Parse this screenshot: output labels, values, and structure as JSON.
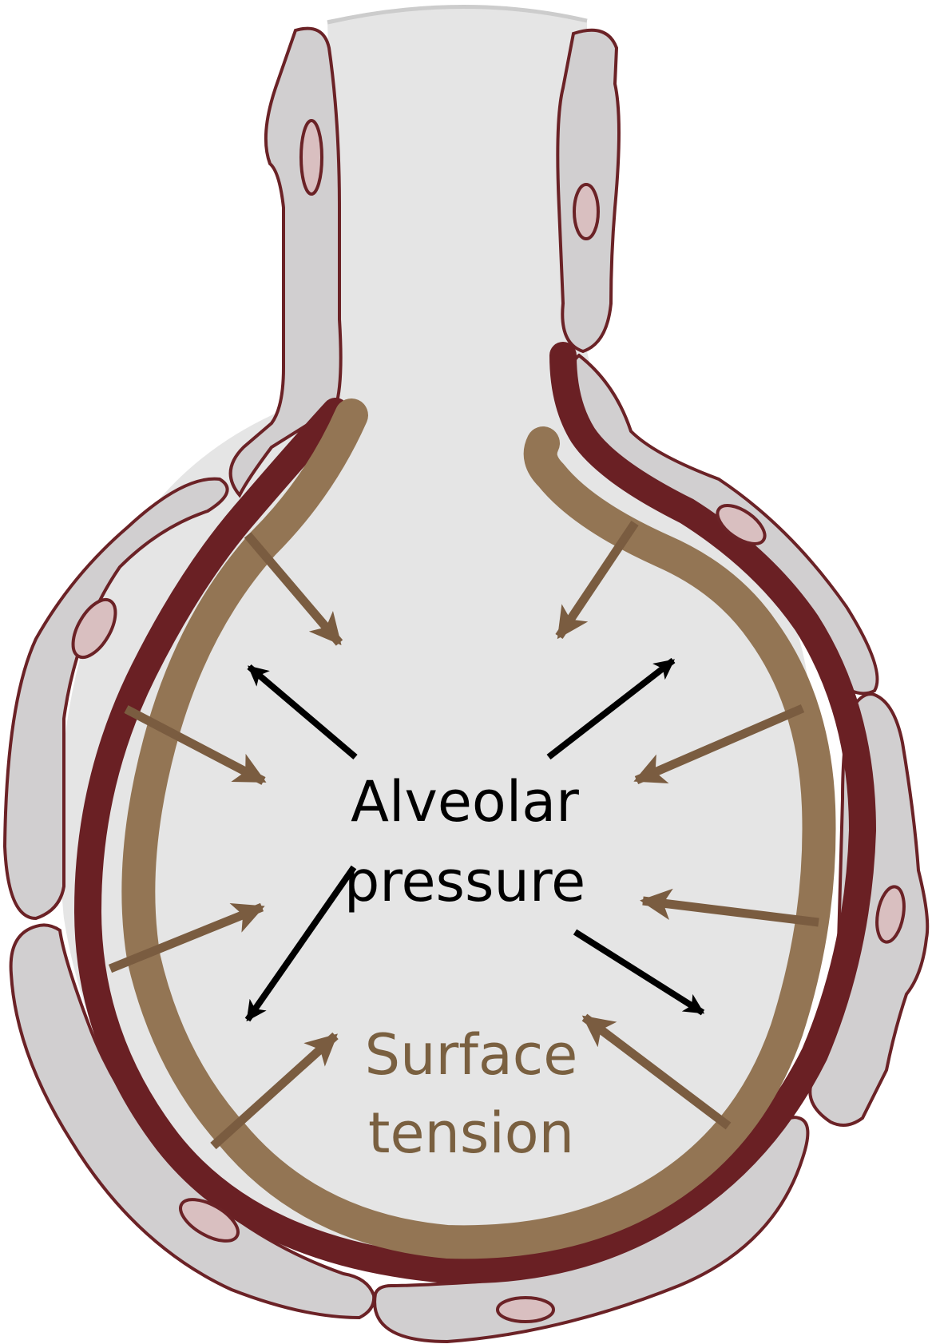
{
  "labels": {
    "pressure_line1": "Alveolar",
    "pressure_line2": "pressure",
    "tension_line1": "Surface",
    "tension_line2": "tension"
  },
  "colors": {
    "lumen": "#e5e5e5",
    "cell": "#d1cfd0",
    "cell_outline": "#6b2226",
    "wall": "#6a2024",
    "surfactant": "#937554",
    "tension_arrow": "#7a5c40",
    "pressure_arrow": "#000000",
    "nucleus": "#d9bfc0"
  },
  "icons": {
    "outward_arrow": "pressure-arrow-icon",
    "inward_arrow": "tension-arrow-icon"
  }
}
